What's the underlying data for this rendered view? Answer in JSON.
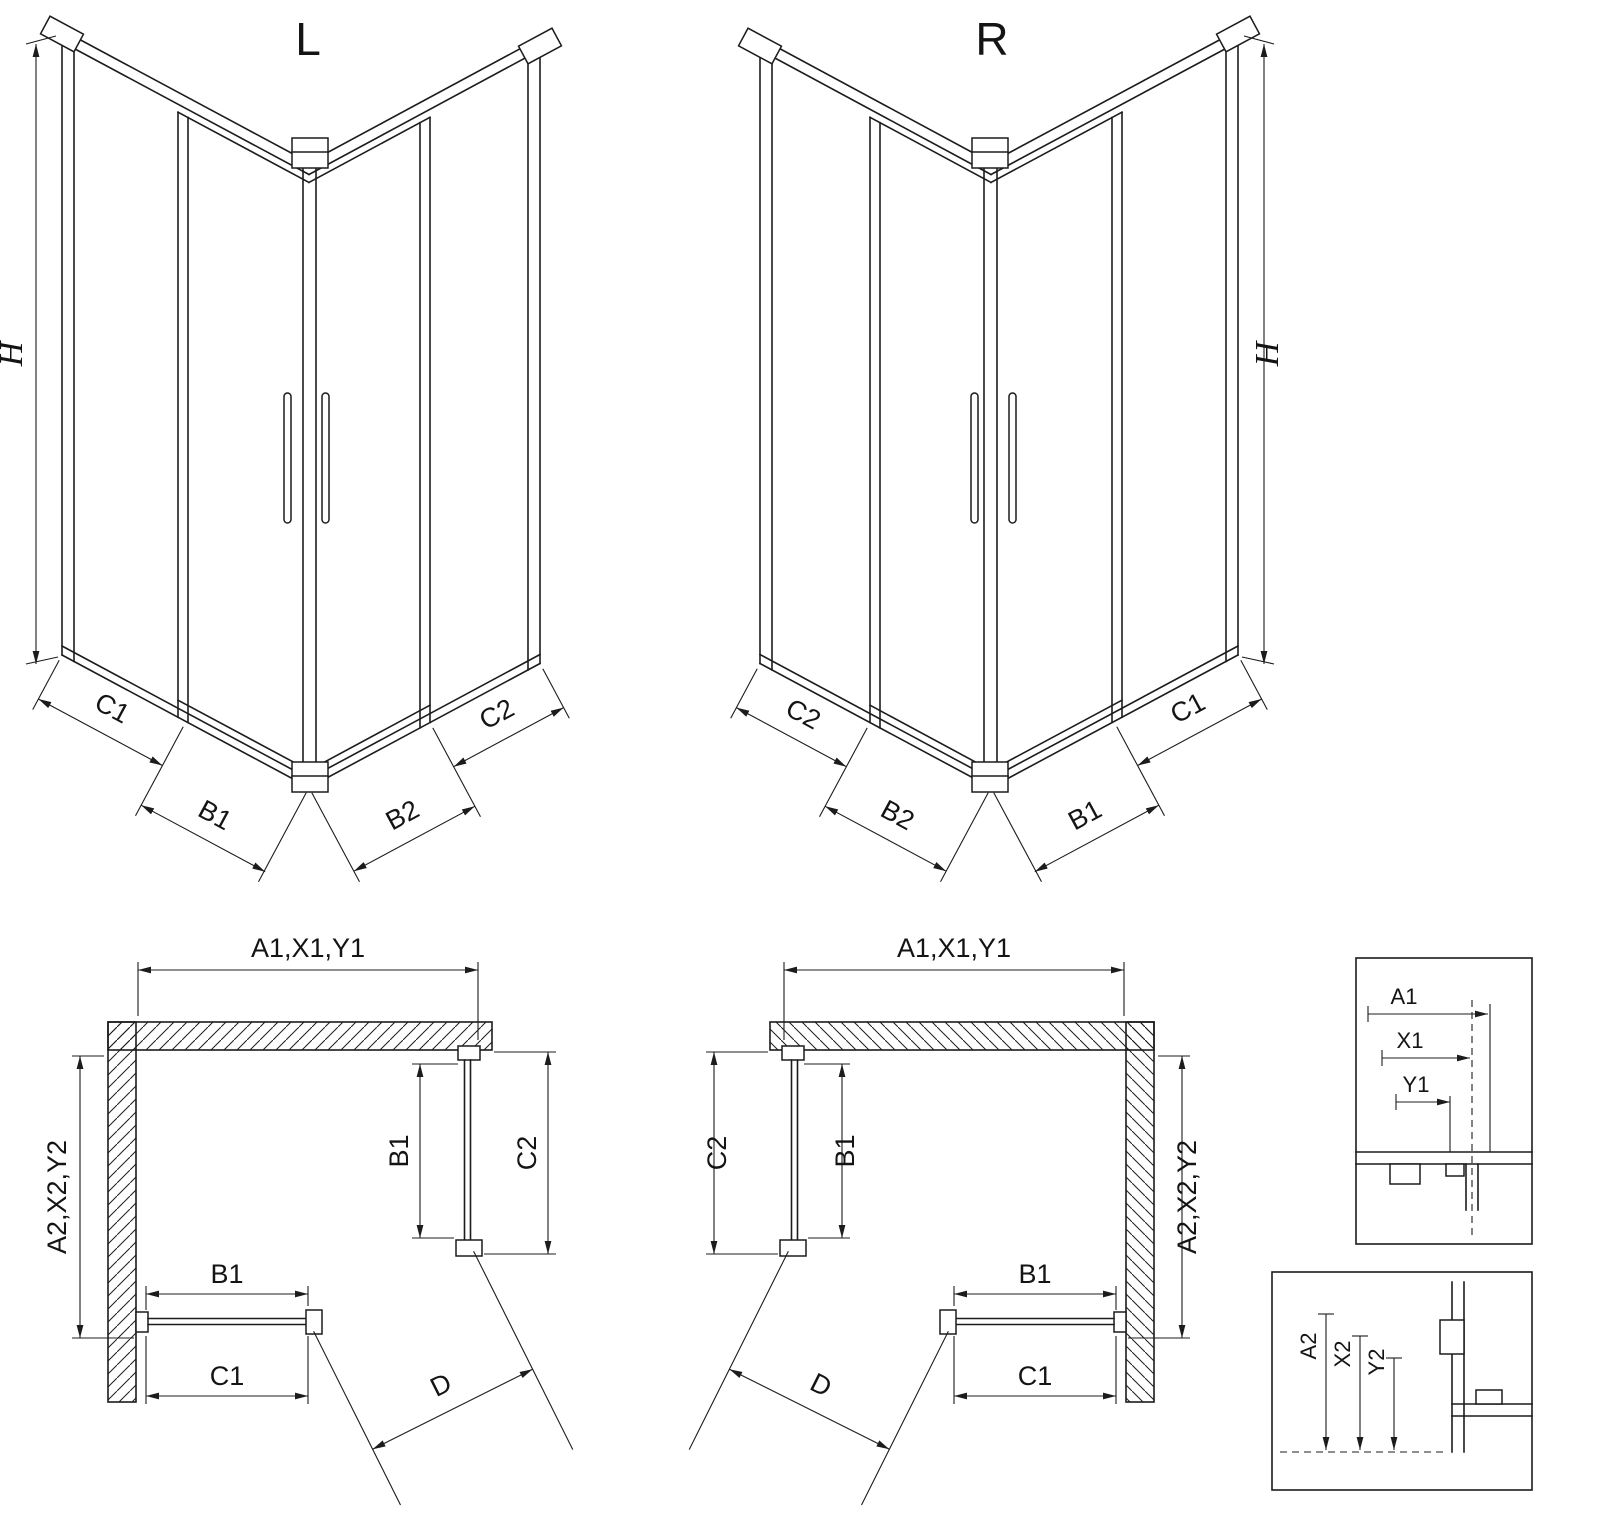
{
  "iso_left": {
    "title": "L",
    "h": "H",
    "c1": "C1",
    "b1": "B1",
    "b2": "B2",
    "c2": "C2"
  },
  "iso_right": {
    "title": "R",
    "h": "H",
    "c1": "C1",
    "b1": "B1",
    "b2": "B2",
    "c2": "C2"
  },
  "plan_left": {
    "width": "A1,X1,Y1",
    "depth": "A2,X2,Y2",
    "door_side": "B1",
    "panel_side": "C2",
    "door_front": "B1",
    "panel_front": "C1",
    "diagonal": "D"
  },
  "plan_right": {
    "width": "A1,X1,Y1",
    "depth": "A2,X2,Y2",
    "door_side": "B1",
    "panel_side": "C2",
    "door_front": "B1",
    "panel_front": "C1",
    "diagonal": "D"
  },
  "detail_width": {
    "a1": "A1",
    "x1": "X1",
    "y1": "Y1"
  },
  "detail_depth": {
    "a2": "A2",
    "x2": "X2",
    "y2": "Y2"
  }
}
